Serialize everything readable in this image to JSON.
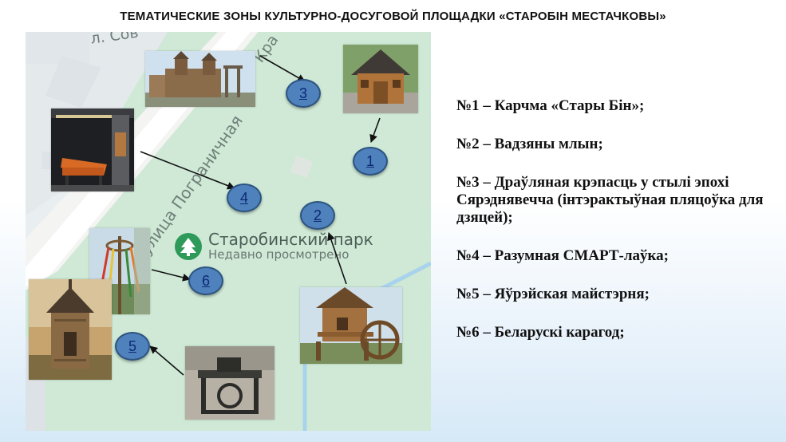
{
  "title": "ТЕМАТИЧЕСКИЕ ЗОНЫ КУЛЬТУРНО-ДОСУГОВОЙ ПЛОЩАДКИ «СТАРОБІН МЕСТАЧКОВЫ»",
  "map": {
    "street_top": "л. Сов",
    "street_diag": "улица Пограничная",
    "street_top_right": "Кра",
    "park_name": "Старобинский парк",
    "park_sub": "Недавно просмотрено",
    "icon": "tree-pin-icon"
  },
  "markers": [
    "1",
    "2",
    "3",
    "4",
    "5",
    "6"
  ],
  "photos": {
    "castle": "Wooden fortress",
    "hut": "Wooden hut",
    "bench": "Smart bench",
    "maypole": "Round dance pole",
    "tower": "Tower hut",
    "mill": "Water mill",
    "workshop": "Workshop machine"
  },
  "legend": [
    "№1 –   Карчма «Стары Бін»;",
    "№2 – Вадзяны млын;",
    "№3 – Драўляная крэпасць у стылі эпохі Сярэднявечча (інтэрактыўная пляцоўка для дзяцей);",
    "№4 –  Разумная СМАРТ-лаўка;",
    "№5 – Яўрэйская майстэрня;",
    "№6 – Беларускі карагод;"
  ],
  "colors": {
    "marker_fill": "#4f81bd",
    "marker_border": "#2c5480",
    "park_green": "#cfe9d6",
    "map_bg": "#e7eeea"
  }
}
